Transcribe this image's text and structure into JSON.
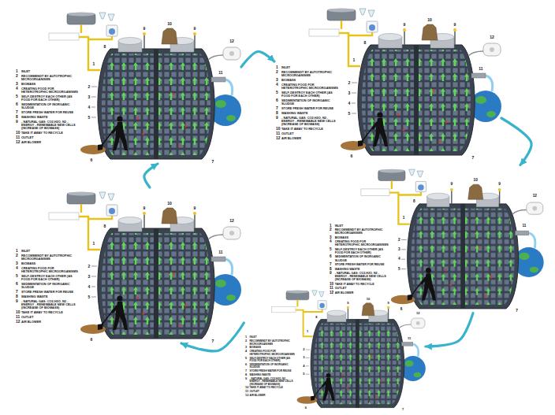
{
  "diagram": {
    "nodes": [
      {
        "text": [
          "1",
          "INLET",
          "2",
          "RECOMMENDT BY AUTOTROPHIC MICROORGANISMS",
          "3",
          "BIOMASS",
          "4",
          "CREATING FOOD FOR HETEROTROPHIC MICROORGANISMS",
          "5",
          "SELF-DESTROY EACH OTHER (AS FOOD FOR EACH OTHER)",
          "6",
          "SEDIMENTATION OF INORGANIC SLUDGE",
          "7",
          "STORE FRESH WATER FOR REUSE",
          "8",
          "WASHING WASTE",
          "9",
          "- NATURAL GAS: CO2,H2O, N2 - ENERGY - RENEWABLE NEW CELLS (INCREASE OF BIOMASS)",
          "10",
          "TAKE IT AWAY TO RECYCLE",
          "11",
          "OUTLET",
          "12",
          "AIR BLOWER"
        ]
      },
      {
        "text": [
          "1",
          "INLET",
          "2",
          "RECOMMENDT BY AUTOTROPHIC MICROORGANISMS",
          "3",
          "BIOMASS",
          "4",
          "CREATING FOOD FOR HETEROTROPHIC MICROORGANISMS",
          "5",
          "SELF-DESTROY EACH OTHER (AS FOOD FOR EACH OTHER)",
          "6",
          "SEDIMENTATION OF INORGANIC SLUDGE",
          "7",
          "STORE FRESH WATER FOR REUSE",
          "8",
          "WASHING WASTE",
          "9",
          "- NATURAL GAS: CO2,H2O, N2 - ENERGY - RENEWABLE NEW CELLS (INCREASE OF BIOMASS)",
          "10",
          "TAKE IT AWAY TO RECYCLE",
          "11",
          "OUTLET",
          "12",
          "AIR BLOWER"
        ]
      },
      {
        "text": [
          "1",
          "INLET",
          "2",
          "RECOMMENDT BY AUTOTROPHIC MICROORGANISMS",
          "3",
          "BIOMASS",
          "4",
          "CREATING FOOD FOR HETEROTROPHIC MICROORGANISMS",
          "5",
          "SELF-DESTROY EACH OTHER (AS FOOD FOR EACH OTHER)",
          "6",
          "SEDIMENTATION OF INORGANIC SLUDGE",
          "7",
          "STORE FRESH WATER FOR REUSE",
          "8",
          "WASHING WASTE",
          "9",
          "- NATURAL GAS: CO2,H2O, N2 - ENERGY - RENEWABLE NEW CELLS (INCREASE OF BIOMASS)",
          "10",
          "TAKE IT AWAY TO RECYCLE",
          "11",
          "OUTLET",
          "12",
          "AIR BLOWER"
        ]
      },
      {
        "text": [
          "1",
          "INLET",
          "2",
          "RECOMMENDT BY AUTOTROPHIC MICROORGANISMS",
          "3",
          "BIOMASS",
          "4",
          "CREATING FOOD FOR HETEROTROPHIC MICROORGANISMS",
          "5",
          "SELF-DESTROY EACH OTHER (AS FOOD FOR EACH OTHER)",
          "6",
          "SEDIMENTATION OF INORGANIC SLUDGE",
          "7",
          "STORE FRESH WATER FOR REUSE",
          "8",
          "WASHING WASTE",
          "9",
          "- NATURAL GAS: CO2,H2O, N2 - ENERGY - RENEWABLE NEW CELLS (INCREASE OF BIOMASS)",
          "10",
          "TAKE IT AWAY TO RECYCLE",
          "11",
          "OUTLET",
          "12",
          "AIR BLOWER"
        ]
      },
      {
        "text": [
          "1",
          "INLET",
          "2",
          "RECOMMENDT BY AUTOTROPHIC MICROORGANISMS",
          "3",
          "BIOMASS",
          "4",
          "CREATING FOOD FOR HETEROTROPHIC MICROORGANISMS",
          "5",
          "SELF-DESTROY EACH OTHER (AS FOOD FOR EACH OTHER)",
          "6",
          "SEDIMENTATION OF INORGANIC SLUDGE",
          "7",
          "STORE FRESH WATER FOR REUSE",
          "8",
          "WASHING WASTE",
          "9",
          "- NATURAL GAS: CO2,H2O, N2 - ENERGY - RENEWABLE NEW CELLS (INCREASE OF BIOMASS)",
          "10",
          "TAKE IT AWAY TO RECYCLE",
          "11",
          "OUTLET",
          "12",
          "AIR BLOWER"
        ]
      }
    ],
    "edges": [
      {
        "from": 0,
        "to": 1,
        "arrow": "to"
      },
      {
        "from": 1,
        "to": 2,
        "arrow": "to"
      },
      {
        "from": 2,
        "to": 4,
        "arrow": "to"
      },
      {
        "from": 4,
        "to": 3,
        "arrow": "to"
      },
      {
        "from": 3,
        "to": 0,
        "arrow": "to"
      }
    ],
    "labels": [
      "1",
      "8",
      "9",
      "10",
      "9",
      "12",
      "2",
      "3",
      "4",
      "5",
      "11",
      "6",
      "7",
      "1",
      "8",
      "9",
      "10",
      "9",
      "12",
      "2",
      "3",
      "4",
      "5",
      "11",
      "6",
      "7",
      "1",
      "8",
      "9",
      "10",
      "9",
      "12",
      "2",
      "3",
      "4",
      "5",
      "11",
      "6",
      "7",
      "1",
      "8",
      "9",
      "10",
      "9",
      "12",
      "2",
      "3",
      "4",
      "5",
      "11",
      "6",
      "7",
      "1",
      "8",
      "9",
      "10",
      "9",
      "12",
      "2",
      "3",
      "4",
      "5",
      "11",
      "6",
      "7"
    ]
  }
}
